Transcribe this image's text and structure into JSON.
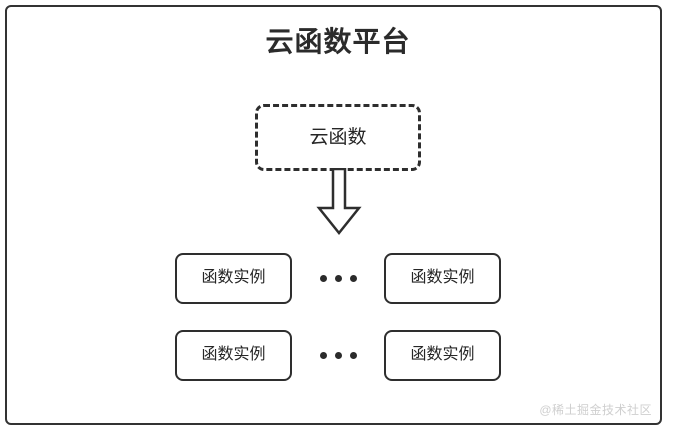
{
  "diagram": {
    "platform": {
      "title": "云函数平台"
    },
    "cloud_function": {
      "label": "云函数",
      "border_style": "dashed"
    },
    "arrow": {
      "icon": "down-block-arrow",
      "direction": "down"
    },
    "instance_rows": [
      {
        "left_label": "函数实例",
        "ellipsis": "•••",
        "right_label": "函数实例"
      },
      {
        "left_label": "函数实例",
        "ellipsis": "•••",
        "right_label": "函数实例"
      }
    ],
    "watermark": "@稀土掘金技术社区",
    "colors": {
      "stroke": "#2e2e2e",
      "title": "#2b2b2b",
      "text": "#262626",
      "background": "#ffffff",
      "watermark": "#cfcfcf"
    }
  }
}
